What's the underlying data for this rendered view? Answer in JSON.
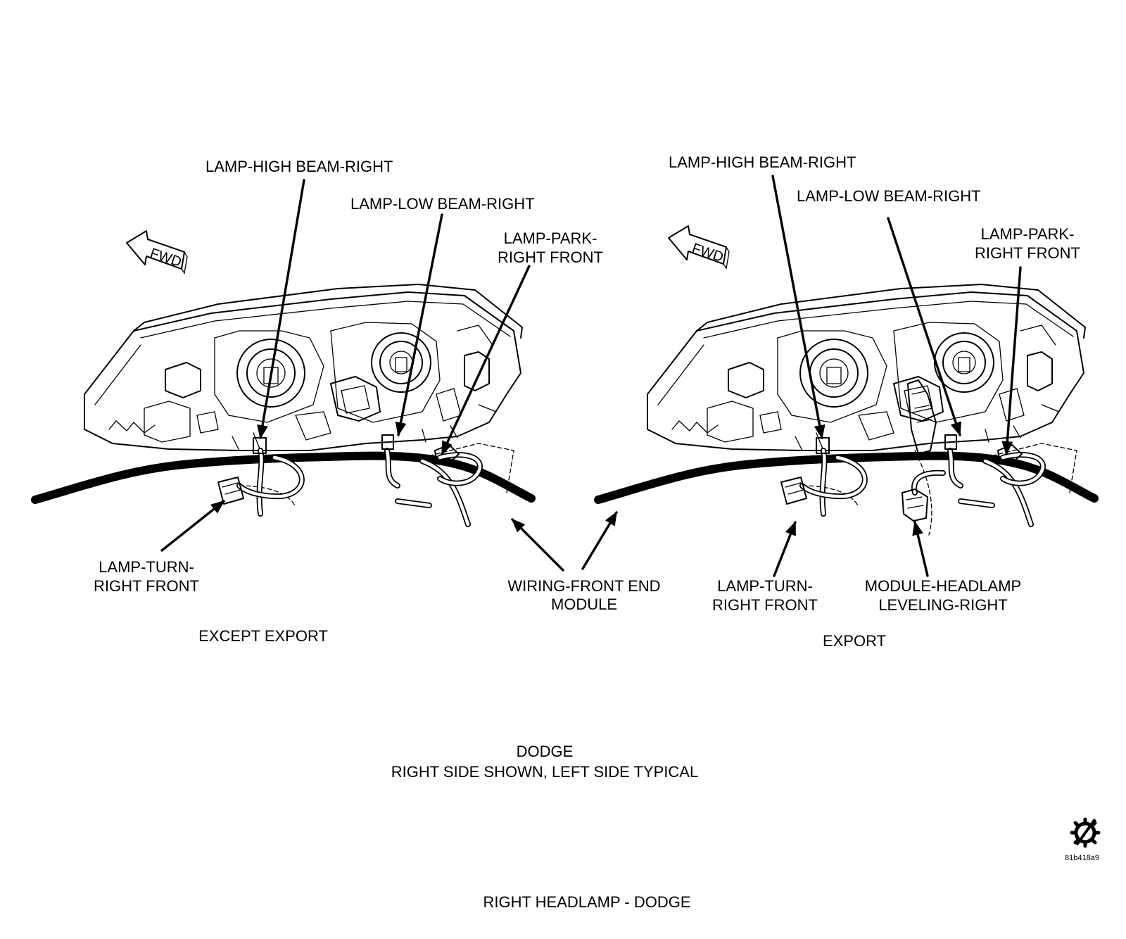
{
  "panels": [
    {
      "id": "except-export",
      "caption": "EXCEPT EXPORT",
      "callouts": {
        "high_beam": "LAMP-HIGH BEAM-RIGHT",
        "low_beam": "LAMP-LOW BEAM-RIGHT",
        "park": [
          "LAMP-PARK-",
          "RIGHT FRONT"
        ],
        "turn": [
          "LAMP-TURN-",
          "RIGHT FRONT"
        ]
      },
      "fwd_label": "FWD"
    },
    {
      "id": "export",
      "caption": "EXPORT",
      "callouts": {
        "high_beam": "LAMP-HIGH BEAM-RIGHT",
        "low_beam": "LAMP-LOW BEAM-RIGHT",
        "park": [
          "LAMP-PARK-",
          "RIGHT FRONT"
        ],
        "turn": [
          "LAMP-TURN-",
          "RIGHT FRONT"
        ],
        "leveling": [
          "MODULE-HEADLAMP",
          "LEVELING-RIGHT"
        ]
      },
      "fwd_label": "FWD"
    }
  ],
  "shared_callout": [
    "WIRING-FRONT END",
    "MODULE"
  ],
  "note": [
    "DODGE",
    "RIGHT SIDE SHOWN, LEFT SIDE TYPICAL"
  ],
  "figure_title": "RIGHT HEADLAMP - DODGE",
  "figure_id": "81b418a9",
  "logo_icon": "gear-slash-icon"
}
